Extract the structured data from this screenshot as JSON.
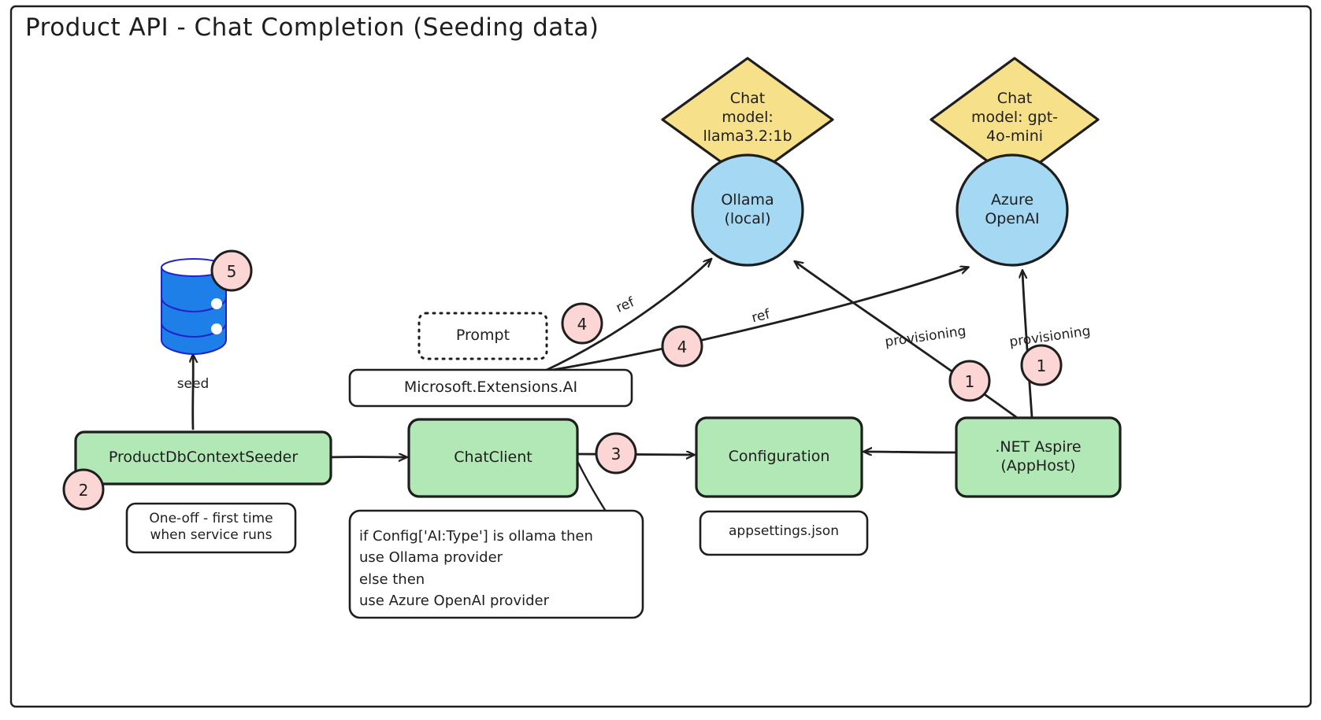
{
  "diagram": {
    "title": "Product API - Chat Completion (Seeding data)",
    "frame_border_color": "#1e1e1e",
    "background": "#ffffff",
    "palette": {
      "green_fill": "#b1e8b6",
      "green_stroke": "#1e1e1e",
      "blue_fill": "#a5d8f3",
      "yellow_fill": "#f7e08a",
      "pink_badge_fill": "#fcd5d5",
      "db_fill": "#1f7fe8",
      "stroke": "#1e1e1e"
    },
    "nodes": [
      {
        "id": "llama-model",
        "label": "Chat\nmodel:\nllama3.2:1b",
        "shape": "diamond",
        "fill": "#f7e08a"
      },
      {
        "id": "gpt-model",
        "label": "Chat\nmodel: gpt-\n4o-mini",
        "shape": "diamond",
        "fill": "#f7e08a"
      },
      {
        "id": "ollama",
        "label": "Ollama\n(local)",
        "shape": "circle",
        "fill": "#a5d8f3"
      },
      {
        "id": "azure-openai",
        "label": "Azure\nOpenAI",
        "shape": "circle",
        "fill": "#a5d8f3"
      },
      {
        "id": "database",
        "label": "",
        "shape": "cylinder",
        "fill": "#1f7fe8"
      },
      {
        "id": "prompt",
        "label": "Prompt",
        "shape": "dotted-rect",
        "fill": "#ffffff"
      },
      {
        "id": "extensions-ai",
        "label": "Microsoft.Extensions.AI",
        "shape": "rect",
        "fill": "#ffffff"
      },
      {
        "id": "seeder",
        "label": "ProductDbContextSeeder",
        "shape": "rect",
        "fill": "#b1e8b6"
      },
      {
        "id": "chatclient",
        "label": "ChatClient",
        "shape": "rect",
        "fill": "#b1e8b6"
      },
      {
        "id": "configuration",
        "label": "Configuration",
        "shape": "rect",
        "fill": "#b1e8b6"
      },
      {
        "id": "aspire",
        "label": ".NET Aspire\n(AppHost)",
        "shape": "rect",
        "fill": "#b1e8b6"
      }
    ],
    "notes": [
      {
        "id": "note-oneoff",
        "text": "One-off - first time\nwhen service runs"
      },
      {
        "id": "note-provider-if",
        "text": "if Config['AI:Type'] is ollama then\n   use Ollama provider\nelse then\n   use Azure OpenAI provider"
      },
      {
        "id": "note-appsettings",
        "text": "appsettings.json"
      }
    ],
    "edge_labels": [
      {
        "id": "edge-seed",
        "text": "seed"
      },
      {
        "id": "edge-ref-ollama",
        "text": "ref"
      },
      {
        "id": "edge-ref-azure",
        "text": "ref"
      },
      {
        "id": "edge-provisioning-1",
        "text": "provisioning"
      },
      {
        "id": "edge-provisioning-2",
        "text": "provisioning"
      }
    ],
    "badges": [
      {
        "id": "badge-5",
        "value": "5"
      },
      {
        "id": "badge-4-left",
        "value": "4"
      },
      {
        "id": "badge-4-right",
        "value": "4"
      },
      {
        "id": "badge-1-left",
        "value": "1"
      },
      {
        "id": "badge-1-right",
        "value": "1"
      },
      {
        "id": "badge-2",
        "value": "2"
      },
      {
        "id": "badge-3",
        "value": "3"
      }
    ]
  }
}
